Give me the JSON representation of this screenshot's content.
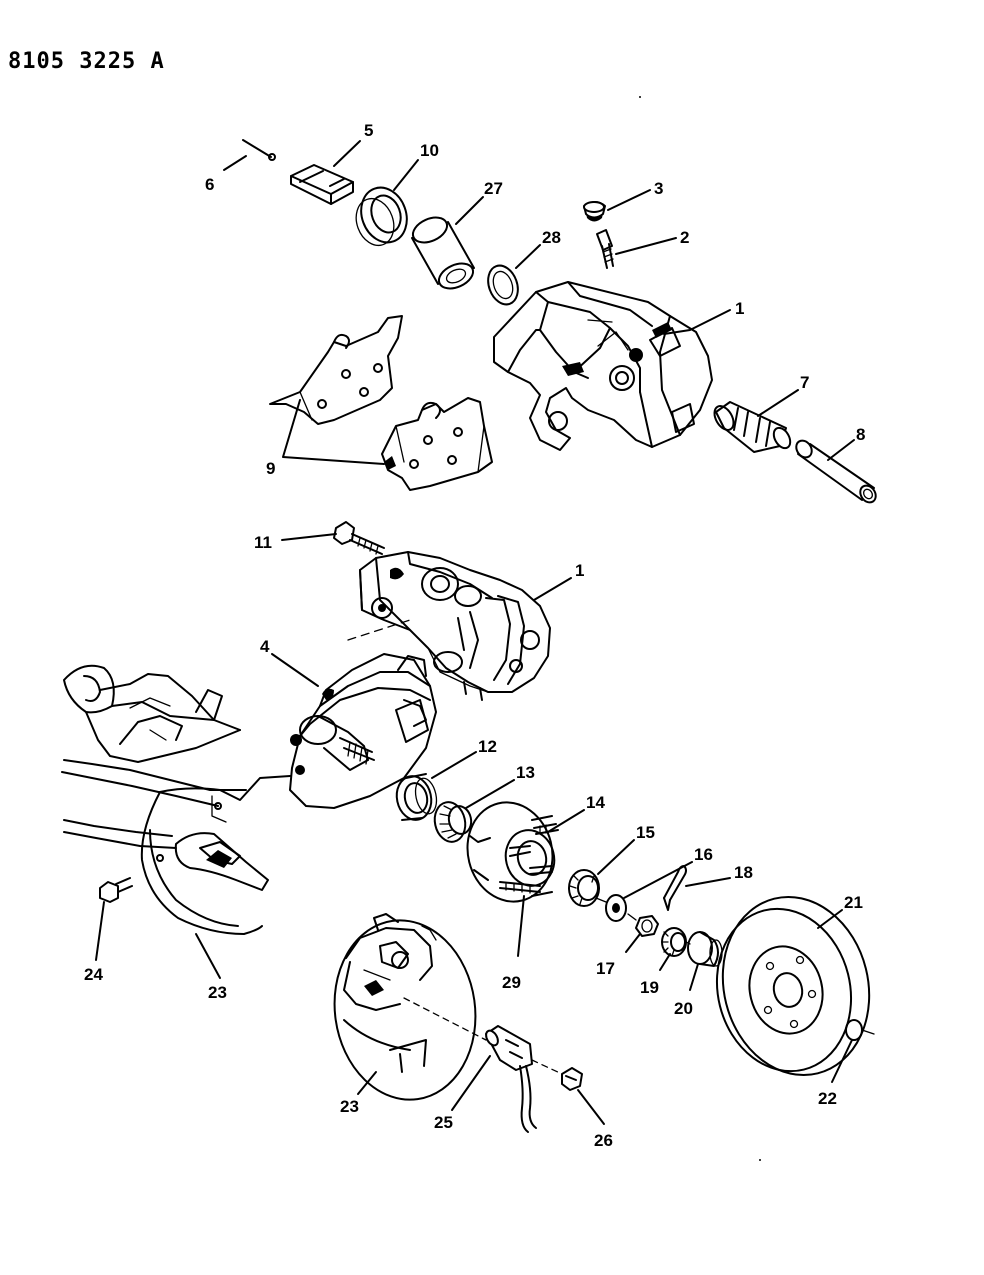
{
  "diagram_code": "8105 3225 A",
  "callouts": [
    {
      "id": "c1a",
      "text": "1"
    },
    {
      "id": "c2",
      "text": "2"
    },
    {
      "id": "c3",
      "text": "3"
    },
    {
      "id": "c5",
      "text": "5"
    },
    {
      "id": "c6",
      "text": "6"
    },
    {
      "id": "c7",
      "text": "7"
    },
    {
      "id": "c8",
      "text": "8"
    },
    {
      "id": "c9",
      "text": "9"
    },
    {
      "id": "c10",
      "text": "10"
    },
    {
      "id": "c27",
      "text": "27"
    },
    {
      "id": "c28",
      "text": "28"
    },
    {
      "id": "c11",
      "text": "11"
    },
    {
      "id": "c1b",
      "text": "1"
    },
    {
      "id": "c4",
      "text": "4"
    },
    {
      "id": "c12",
      "text": "12"
    },
    {
      "id": "c13",
      "text": "13"
    },
    {
      "id": "c14",
      "text": "14"
    },
    {
      "id": "c15",
      "text": "15"
    },
    {
      "id": "c16",
      "text": "16"
    },
    {
      "id": "c18",
      "text": "18"
    },
    {
      "id": "c21",
      "text": "21"
    },
    {
      "id": "c17",
      "text": "17"
    },
    {
      "id": "c19",
      "text": "19"
    },
    {
      "id": "c20",
      "text": "20"
    },
    {
      "id": "c22",
      "text": "22"
    },
    {
      "id": "c29",
      "text": "29"
    },
    {
      "id": "c24",
      "text": "24"
    },
    {
      "id": "c23a",
      "text": "23"
    },
    {
      "id": "c23b",
      "text": "23"
    },
    {
      "id": "c25",
      "text": "25"
    },
    {
      "id": "c26",
      "text": "26"
    }
  ]
}
